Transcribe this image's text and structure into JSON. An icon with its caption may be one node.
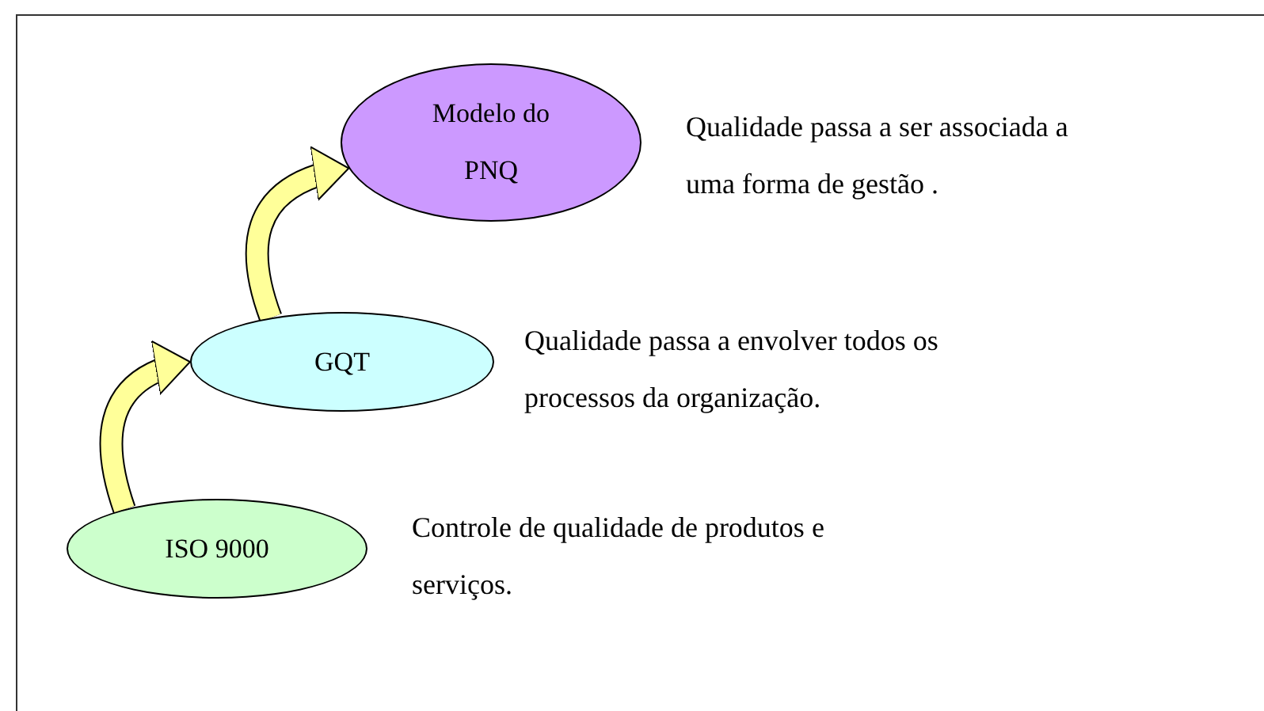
{
  "diagram": {
    "nodes": [
      {
        "text": [
          "Modelo do PNQ"
        ],
        "beside": [
          "Qualidade passa a ser associada a uma forma de gestão ."
        ]
      },
      {
        "text": [
          "GQT"
        ],
        "beside": [
          "Qualidade passa a envolver todos os processos da organização."
        ]
      },
      {
        "text": [
          "ISO 9000"
        ],
        "beside": [
          "Controle de qualidade de produtos e serviços."
        ]
      }
    ],
    "edges": [
      {
        "from": 2,
        "to": 1,
        "arrow": "to"
      },
      {
        "from": 1,
        "to": 0,
        "arrow": "to"
      }
    ]
  }
}
